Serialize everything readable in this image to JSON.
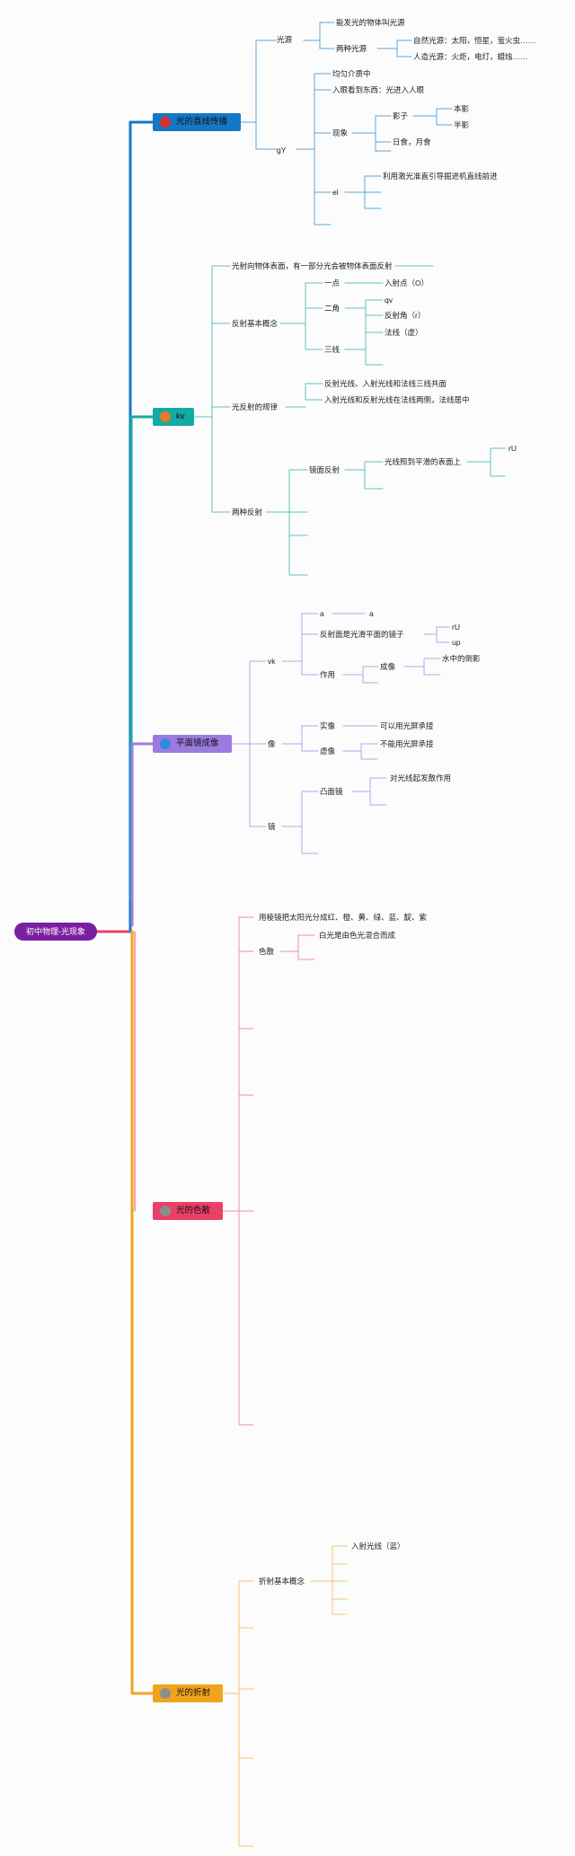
{
  "root": "初中物理-光现象",
  "branches": [
    {
      "label": "光的直线传播",
      "color": "#1577c6",
      "dot": "#d8312e",
      "groups": [
        {
          "label": "光源",
          "items": [
            "能发光的物体叫光源",
            "两种光源",
            "自然光源：太阳，恒星，萤火虫……",
            "人造光源：火炬，电灯，蜡烛……"
          ]
        },
        {
          "label": "gY",
          "items": [
            "均匀介质中",
            "入眼看到东西：光进入人眼",
            "现象",
            "影子",
            "本影",
            "半影",
            "日食，月食",
            "el",
            "利用激光准直引导掘进机直线前进"
          ]
        }
      ]
    },
    {
      "label": "kv",
      "color": "#14a9a2",
      "dot": "#e07a2a",
      "groups": [
        {
          "label": "光射向物体表面，有一部分光会被物体表面反射",
          "items": []
        },
        {
          "label": "反射基本概念",
          "items": [
            "一点",
            "入射点（O）",
            "二角",
            "qv",
            "反射角（r）",
            "法线（虚）",
            "三线"
          ]
        },
        {
          "label": "光反射的规律",
          "items": [
            "反射光线、入射光线和法线三线共面",
            "入射光线和反射光线在法线两侧，法线居中"
          ]
        },
        {
          "label": "两种反射",
          "items": [
            "镜面反射",
            "光线照到平滑的表面上",
            "rU"
          ]
        }
      ]
    },
    {
      "label": "平面镜成像",
      "color": "#9b7be0",
      "dot": "#2f8be0",
      "groups": [
        {
          "label": "vk",
          "items": [
            "a",
            "a",
            "反射面是光滑平面的镜子",
            "rU",
            "up",
            "作用",
            "成像",
            "水中的倒影"
          ]
        },
        {
          "label": "像",
          "items": [
            "实像",
            "可以用光屏承接",
            "虚像",
            "不能用光屏承接"
          ]
        },
        {
          "label": "镜",
          "items": [
            "凸面镜",
            "对光线起发散作用"
          ]
        }
      ]
    },
    {
      "label": "光的色散",
      "color": "#ea3f66",
      "dot": "#8d8d8d",
      "groups": [
        {
          "label": "用棱镜把太阳光分成红、橙、黄、绿、蓝、靛、紫",
          "items": []
        },
        {
          "label": "色散",
          "items": [
            "白光是由色光混合而成"
          ]
        }
      ]
    },
    {
      "label": "光的折射",
      "color": "#f0a41c",
      "dot": "#8d8d8d",
      "groups": [
        {
          "label": "折射基本概念",
          "items": [
            "入射光线（蓝）"
          ]
        }
      ]
    }
  ]
}
